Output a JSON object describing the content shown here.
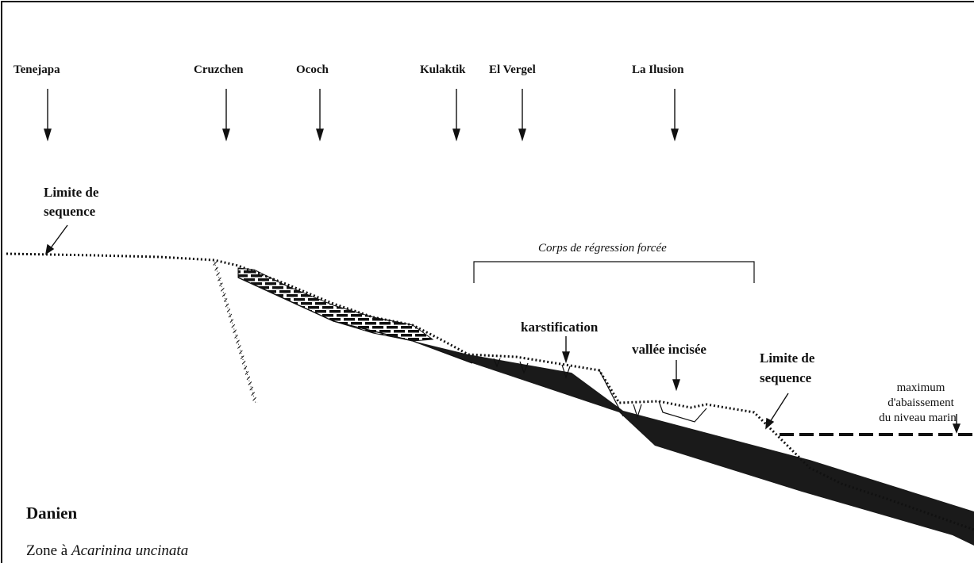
{
  "localities": [
    "Tenejapa",
    "Cruzchen",
    "Ococh",
    "Kulaktik",
    "El Vergel",
    "La Ilusion"
  ],
  "labels": {
    "sequence_limit_left_line1": "Limite de",
    "sequence_limit_left_line2": "sequence",
    "forced_regression": "Corps de régression forcée",
    "karstification": "karstification",
    "incised_valley": "vallée incisée",
    "sequence_limit_right_line1": "Limite de",
    "sequence_limit_right_line2": "sequence",
    "max_lowering_line1": "maximum",
    "max_lowering_line2": "d'abaissement",
    "max_lowering_line3": "du niveau marin"
  },
  "stage": {
    "name": "Danien",
    "zone_prefix": "Zone à ",
    "zone_species": "Acarinina uncinata"
  },
  "colors": {
    "ink": "#111111",
    "dark_fill": "#1a1a1a"
  }
}
